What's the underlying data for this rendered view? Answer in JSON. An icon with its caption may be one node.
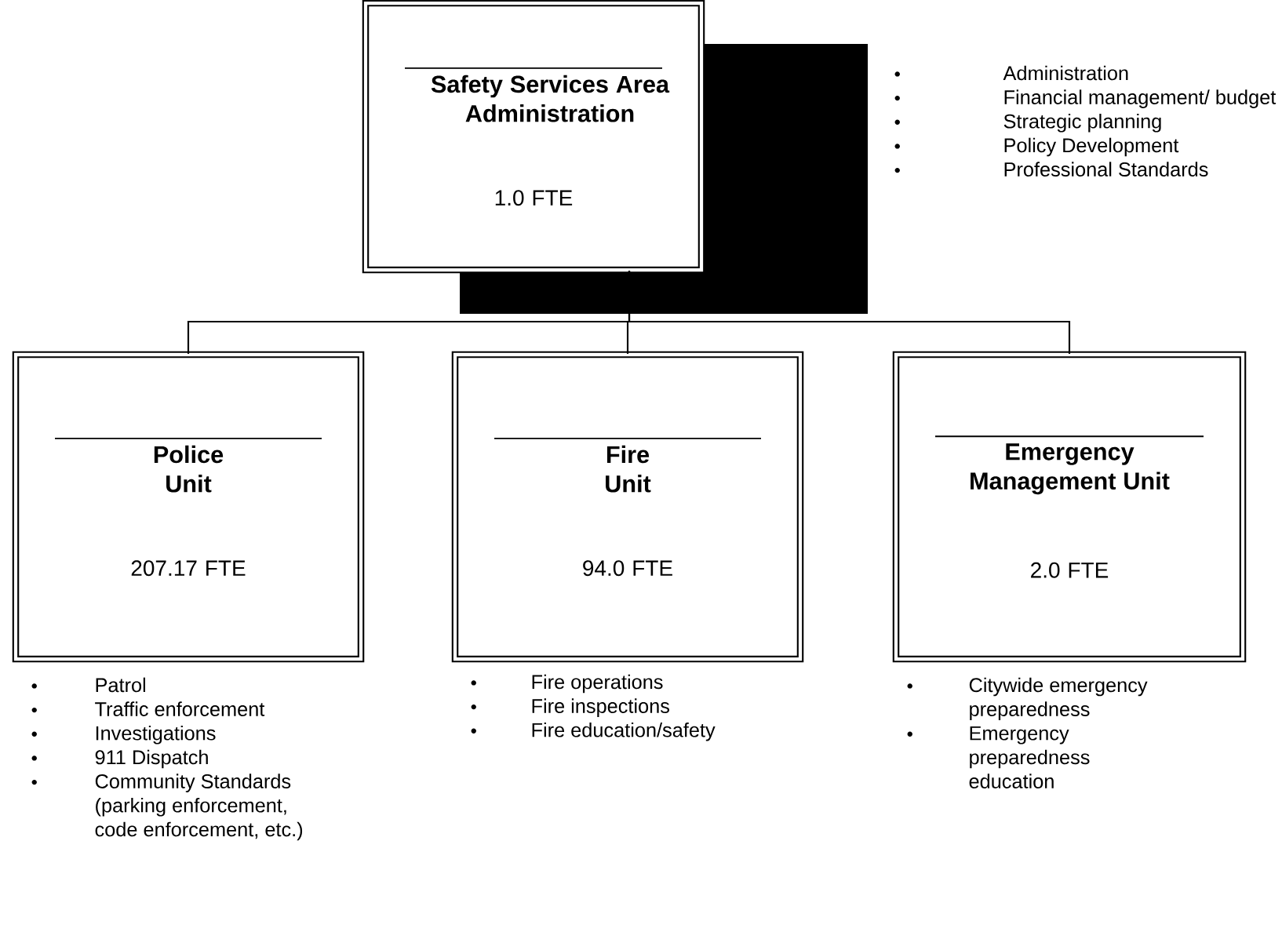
{
  "diagram": {
    "nodes": [
      {
        "text": [
          "Safety Services Area Administration",
          "1.0 FTE"
        ],
        "beside": [
          "Administration",
          "Financial management/ budget",
          "Strategic planning",
          "Policy Development",
          "Professional Standards"
        ]
      },
      {
        "text": [
          "Police Unit",
          "207.17 FTE"
        ],
        "beside": [
          "Patrol",
          "Traffic enforcement",
          "Investigations",
          "911 Dispatch",
          "Community Standards (parking enforcement, code enforcement, etc.)"
        ]
      },
      {
        "text": [
          "Fire Unit",
          "94.0 FTE"
        ],
        "beside": [
          "Fire operations",
          "Fire inspections",
          "Fire education/safety"
        ]
      },
      {
        "text": [
          "Emergency Management Unit",
          "2.0 FTE"
        ],
        "beside": [
          "Citywide emergency preparedness",
          "Emergency preparedness education"
        ]
      }
    ],
    "edges": [
      {
        "from": 0,
        "to": 1,
        "arrow": "none"
      },
      {
        "from": 0,
        "to": 2,
        "arrow": "none"
      },
      {
        "from": 0,
        "to": 3,
        "arrow": "none"
      }
    ]
  }
}
